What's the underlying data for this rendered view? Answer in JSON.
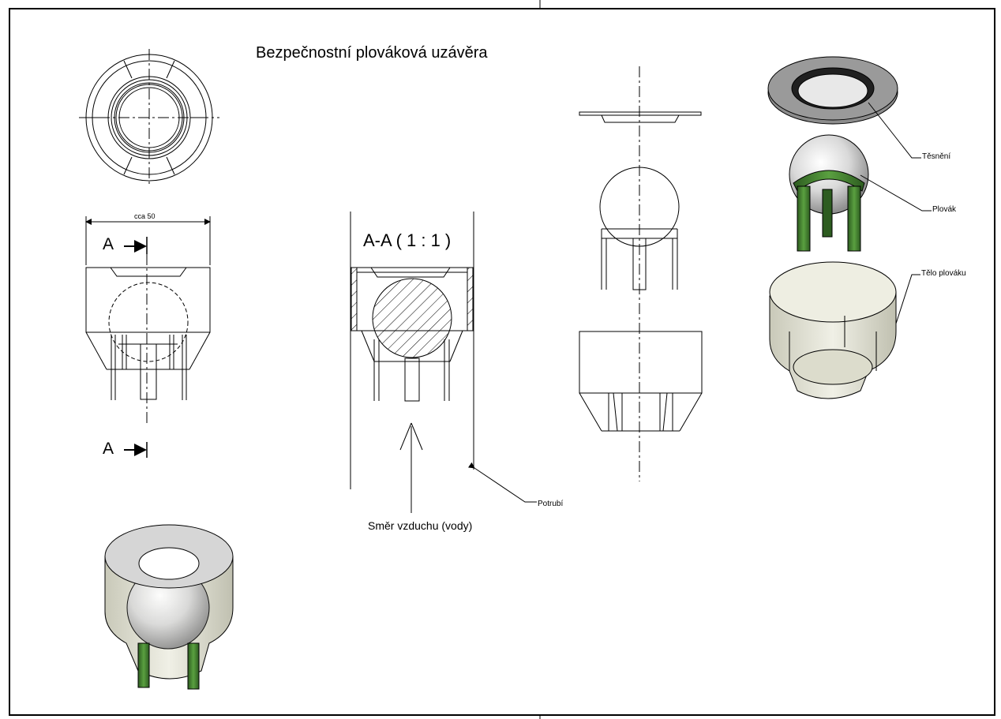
{
  "drawing": {
    "title": "Bezpečnostní plováková uzávěra",
    "dimension_label": "cca 50",
    "section_marker_top": "A",
    "section_marker_bottom": "A",
    "section_view_title": "A-A ( 1 : 1 )",
    "flow_direction_label": "Směr vzduchu (vody)",
    "callouts": {
      "pipe": "Potrubí",
      "seal": "Těsnění",
      "float": "Plovák",
      "float_body": "Tělo plováku"
    }
  },
  "colors": {
    "line": "#000000",
    "float_cage": "#3f7a2e",
    "sphere": "#d9d9d9",
    "seal_ring": "#8c8c8c",
    "body_shell": "#e6e6d8"
  }
}
